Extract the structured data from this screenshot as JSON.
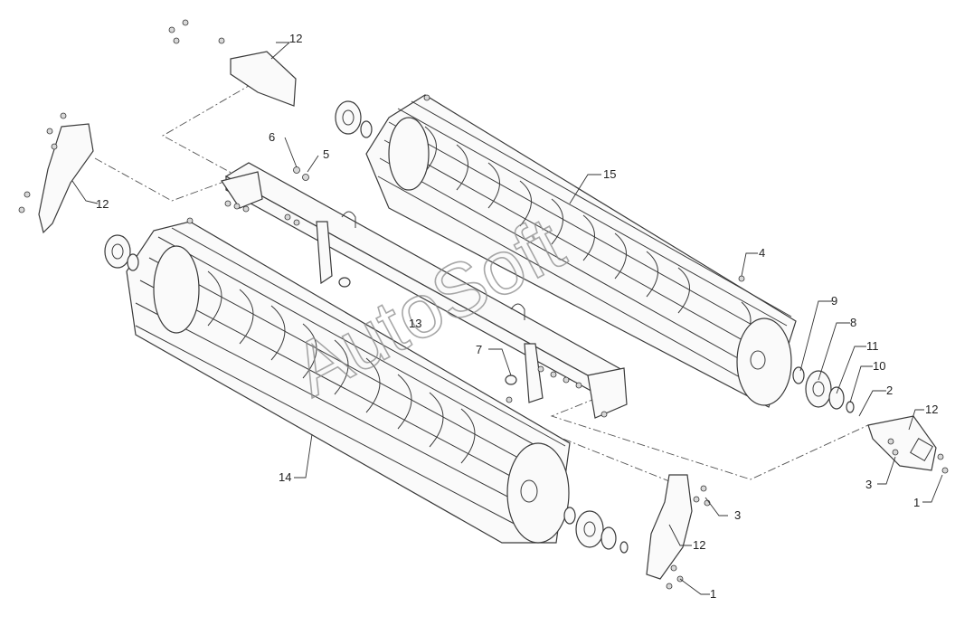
{
  "watermark": "AutoSoft",
  "callouts": {
    "c1a": "1",
    "c1b": "1",
    "c2": "2",
    "c3a": "3",
    "c3b": "3",
    "c4": "4",
    "c5": "5",
    "c6": "6",
    "c7": "7",
    "c8": "8",
    "c9": "9",
    "c10": "10",
    "c11": "11",
    "c12a": "12",
    "c12b": "12",
    "c12c": "12",
    "c12d": "12",
    "c13": "13",
    "c14": "14",
    "c15": "15"
  }
}
